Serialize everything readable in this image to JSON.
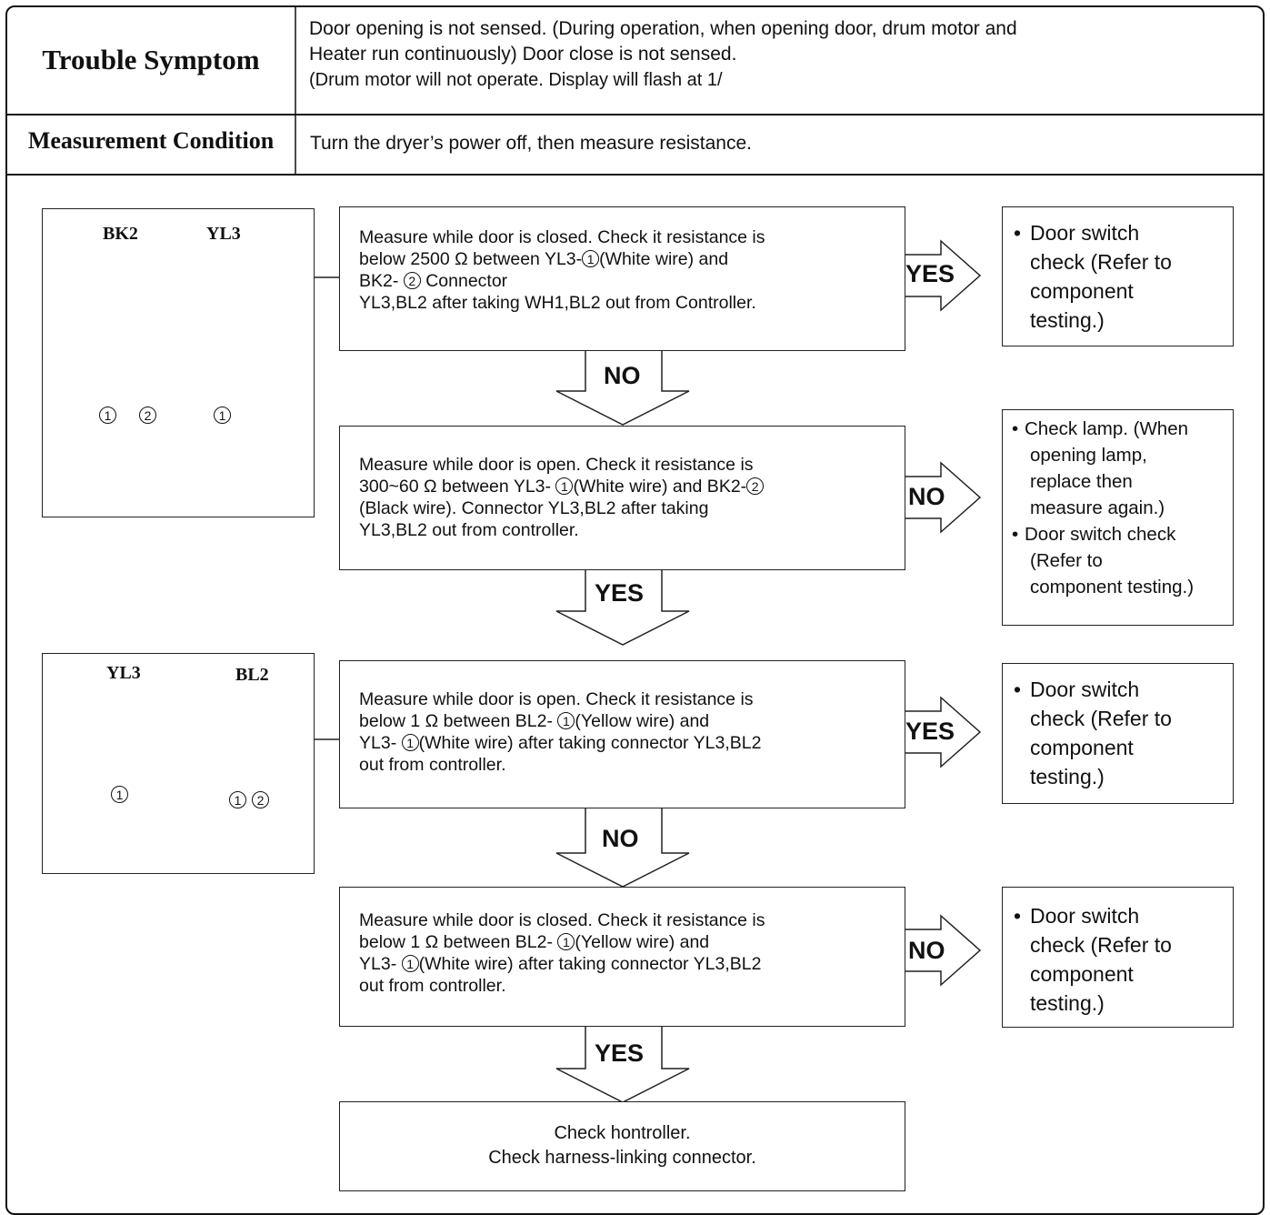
{
  "header": {
    "trouble_symptom_label": "Trouble Symptom",
    "trouble_symptom_line1": "Door opening is not sensed. (During operation, when opening door, drum motor and",
    "trouble_symptom_line2": "Heater run continuously) Door close is not sensed.",
    "trouble_symptom_line3": "(Drum motor will not operate. Display will flash at 1/",
    "measurement_label": "Measurement Condition",
    "measurement_text": "Turn the dryer’s power off, then measure resistance."
  },
  "figures": {
    "fig1": {
      "left_connector": "BK2",
      "right_connector": "YL3",
      "pin1": "1",
      "pin2": "2",
      "pin_right": "1"
    },
    "fig2": {
      "left_connector": "YL3",
      "right_connector": "BL2",
      "pin_left": "1",
      "pin1": "1",
      "pin2": "2"
    }
  },
  "steps": {
    "step1": {
      "line1": "Measure while door is closed. Check it resistance is",
      "line2a": "below 2500 Ω between YL3-",
      "line2b": "(White wire) and",
      "line3a": "BK2-",
      "line3b": " Connector",
      "line4": "YL3,BL2 after taking WH1,BL2 out from Controller."
    },
    "step2": {
      "line1": "Measure while door is open. Check it resistance is",
      "line2a": "300~60 Ω between YL3- ",
      "line2b": "(White wire) and BK2-",
      "line3": "(Black wire). Connector YL3,BL2 after taking",
      "line4": "YL3,BL2 out from controller."
    },
    "step3": {
      "line1": "Measure while door is open. Check it resistance is",
      "line2a": "below  1 Ω between BL2- ",
      "line2b": "(Yellow wire) and",
      "line3a": "YL3- ",
      "line3b": "(White wire) after taking connector YL3,BL2",
      "line4": "out from controller."
    },
    "step4": {
      "line1": "Measure while door is closed. Check it resistance is",
      "line2a": "below  1 Ω between BL2- ",
      "line2b": "(Yellow wire) and",
      "line3a": "YL3- ",
      "line3b": "(White wire) after taking connector YL3,BL2",
      "line4": "out from controller."
    },
    "final": {
      "line1": "Check hontroller.",
      "line2": "Check harness-linking connector."
    }
  },
  "results": {
    "r1": [
      "Door switch",
      "check (Refer to",
      "component",
      "testing.)"
    ],
    "r2": [
      "Check lamp. (When",
      "opening lamp,",
      "replace then",
      "measure again.)",
      "Door switch check",
      "(Refer to",
      "component testing.)"
    ],
    "r3": [
      "Door switch",
      "check (Refer to",
      "component",
      "testing.)"
    ],
    "r4": [
      "Door switch",
      "check (Refer to",
      "component",
      "testing.)"
    ]
  },
  "labels": {
    "yes": "YES",
    "no": "NO"
  }
}
